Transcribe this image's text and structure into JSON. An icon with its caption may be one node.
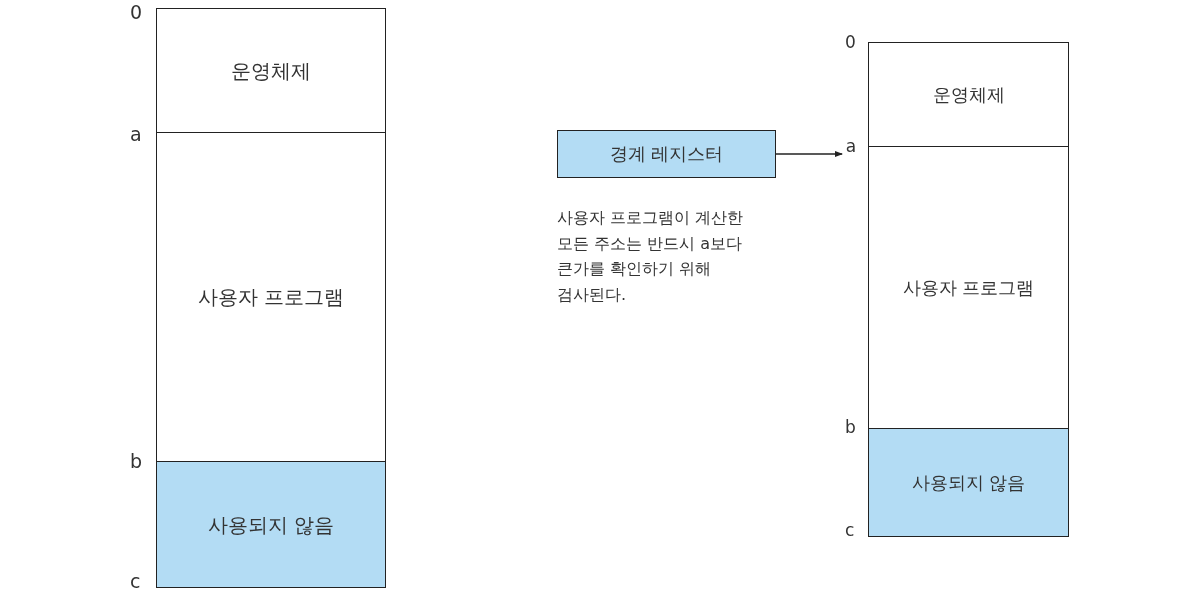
{
  "diagram": {
    "nodes": [
      {
        "text": [
          "운영체제"
        ]
      },
      {
        "text": [
          "사용자 프로그램"
        ]
      },
      {
        "text": [
          "사용되지 않음"
        ]
      },
      {
        "text": [
          "경계 레지스터"
        ]
      },
      {
        "text": [
          "a"
        ]
      },
      {
        "text": [
          "운영체제"
        ]
      },
      {
        "text": [
          "사용자 프로그램"
        ]
      },
      {
        "text": [
          "사용되지 않음"
        ]
      }
    ],
    "edges": [
      {
        "from": 3,
        "to": 4,
        "arrow": "to"
      }
    ],
    "labels": [
      "0",
      "a",
      "b",
      "c",
      "사용자 프로그램이 계산한 모든 주소는 반드시 a보다 큰가를 확인하기 위해 검사된다.",
      "0",
      "b",
      "c"
    ]
  }
}
